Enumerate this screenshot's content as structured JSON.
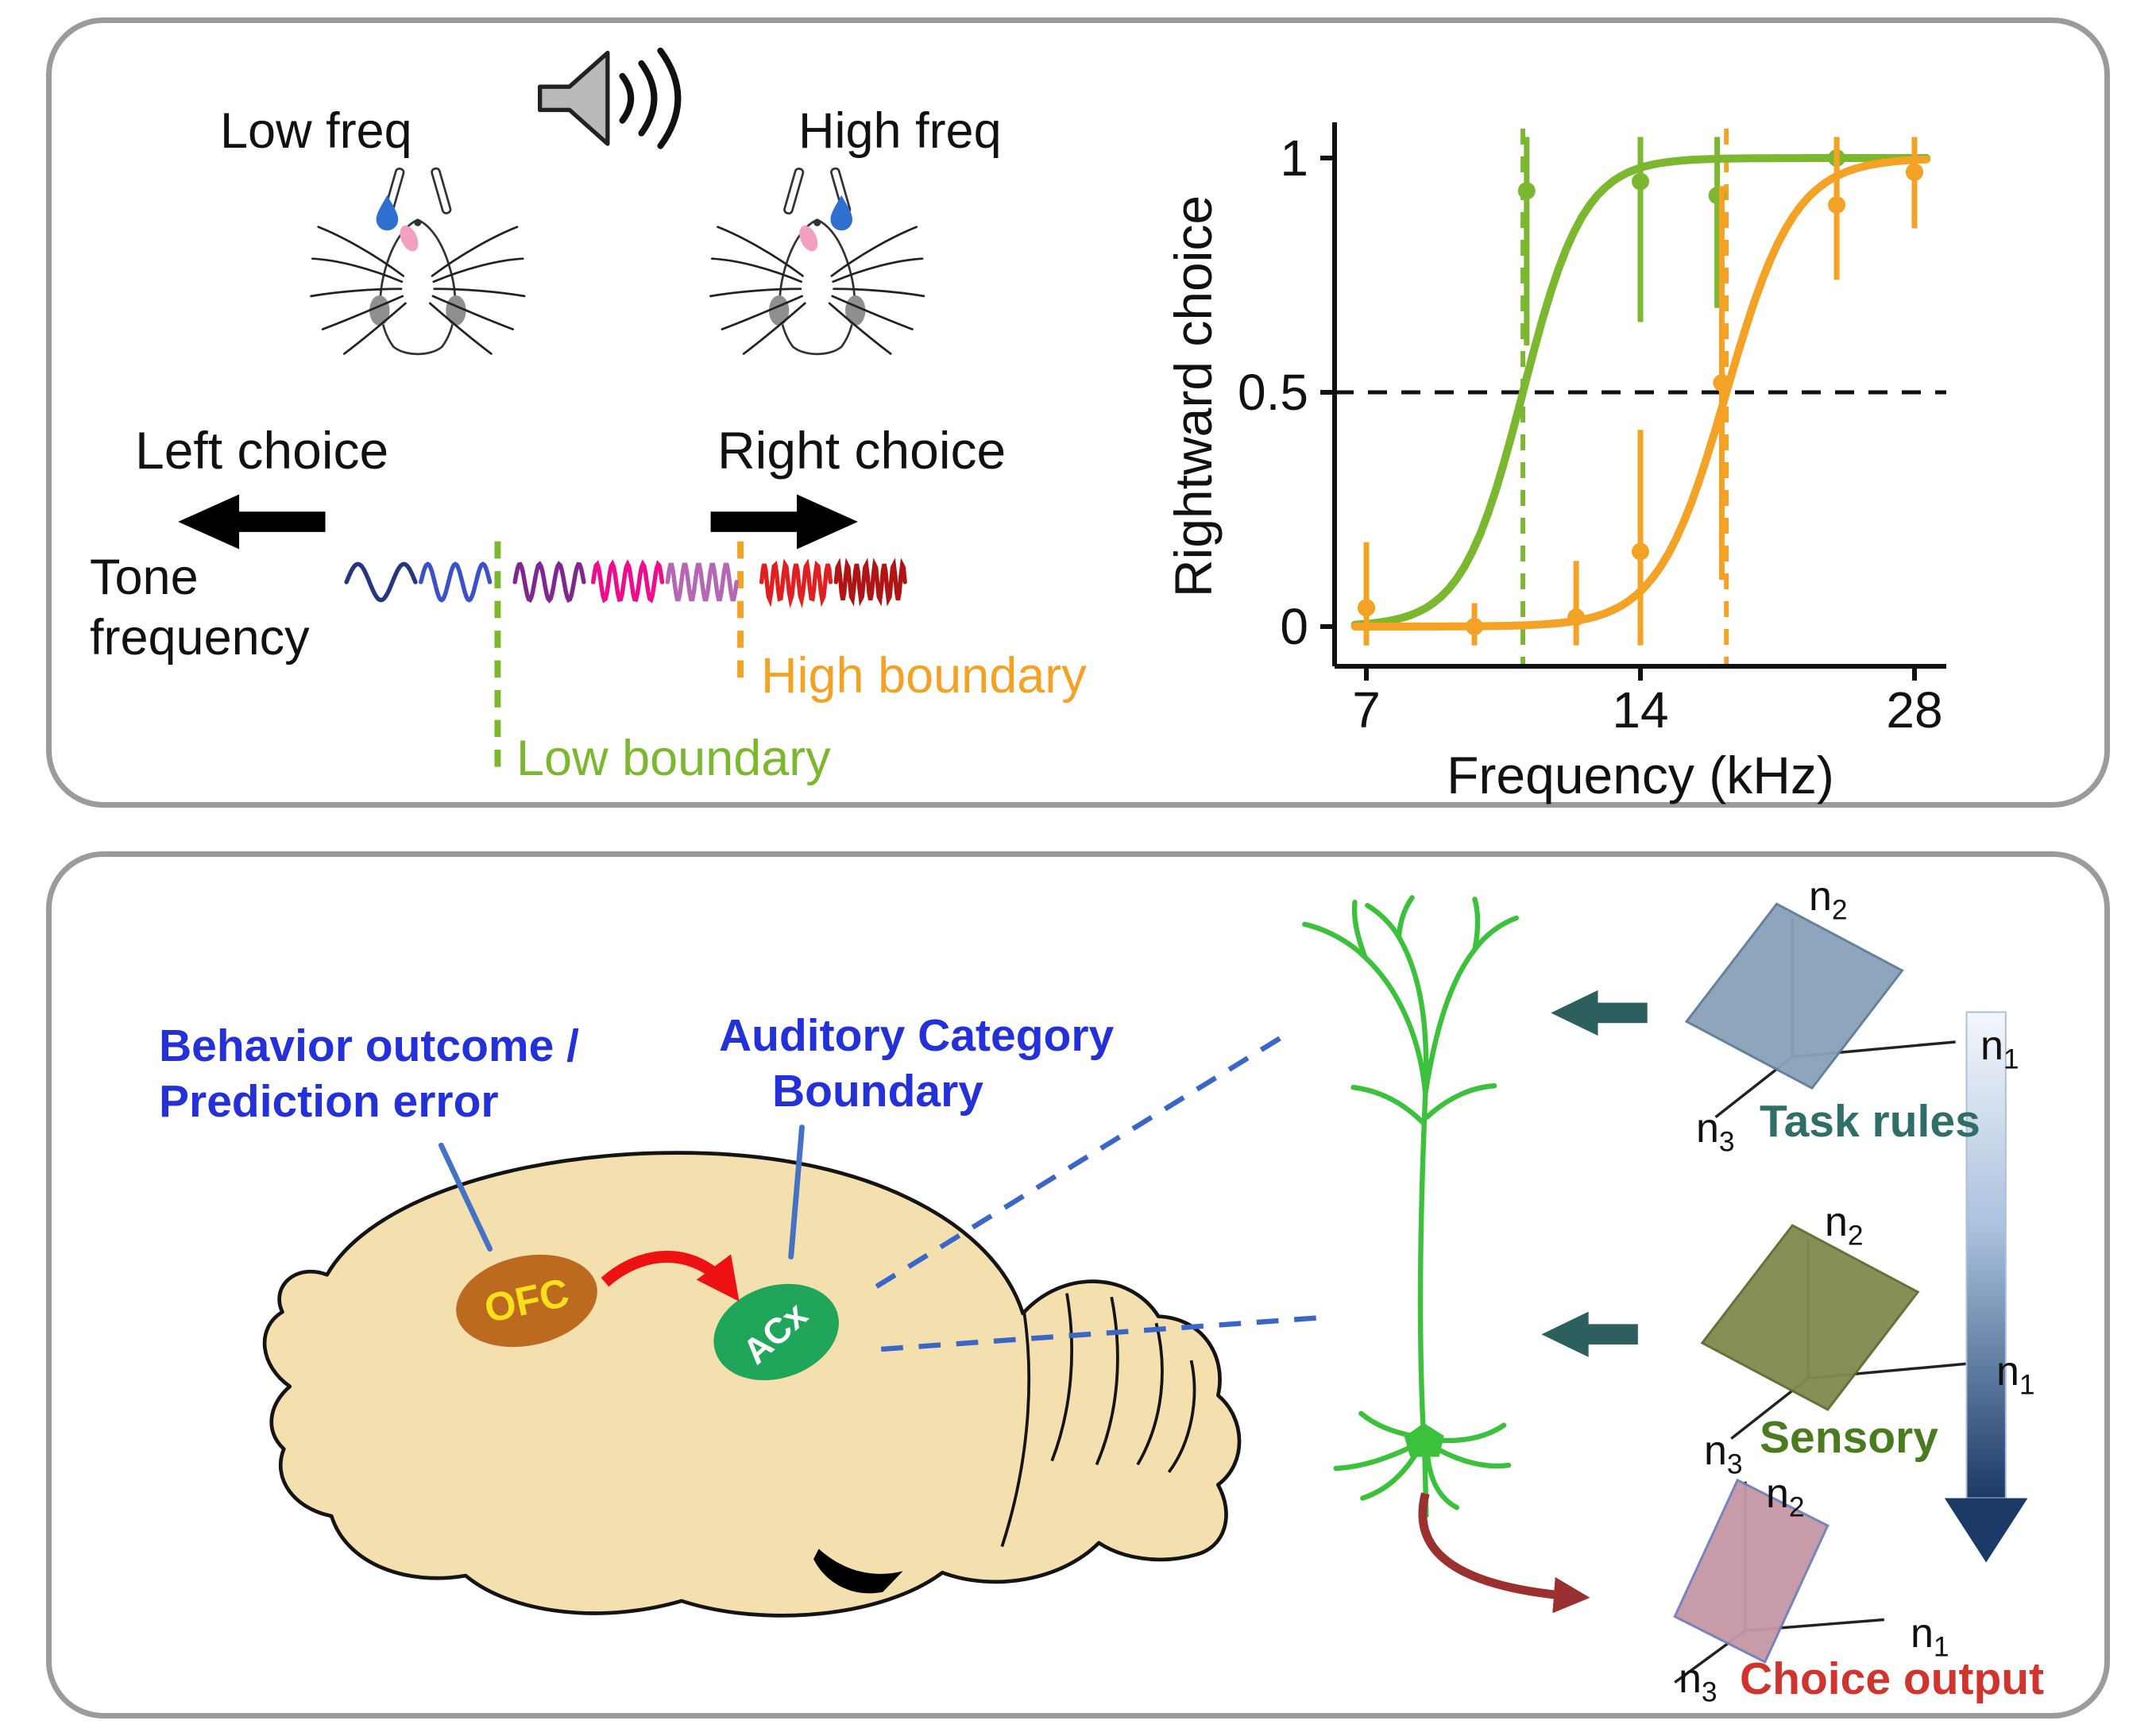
{
  "colors": {
    "green": "#7cb82f",
    "orange": "#f3a226",
    "blue_label": "#2430d8",
    "teal_label": "#2f6e69",
    "dark_green_label": "#4b7a1f",
    "red_label": "#cf352e",
    "brain_fill": "#f4dfae",
    "ofc_fill": "#bc6a1f",
    "ofc_text": "#ffdf1b",
    "acx_fill": "#1fa65b",
    "neuron_green": "#3cc13c",
    "task_plane_fill": "#8aa2b9",
    "task_plane_stroke": "#5f7d99",
    "sensory_plane_fill": "#7f8c4f",
    "sensory_plane_stroke": "#5f6c33",
    "choice_plane_fill": "#c697a5",
    "choice_plane_stroke": "#6f7fbe",
    "arrow_teal": "#2d5f5e",
    "arrow_red": "#ee1111",
    "arrow_darkred": "#9b3030",
    "dashed_blue": "#3a66c8",
    "pointer_blue": "#4472c4",
    "drop_blue": "#2f6fd0",
    "tongue_pink": "#f2a0c0"
  },
  "task_panel": {
    "low_freq": "Low freq",
    "high_freq": "High freq",
    "left_choice": "Left choice",
    "right_choice": "Right choice",
    "tone_label_line1": "Tone",
    "tone_label_line2": "frequency",
    "low_boundary": "Low boundary",
    "high_boundary": "High boundary",
    "tone_waves": [
      {
        "color": "#27357e",
        "cycles": 1.5
      },
      {
        "color": "#3c50c8",
        "cycles": 2.5
      },
      {
        "color": "#80268f",
        "cycles": 3.5
      },
      {
        "color": "#ec0c8c",
        "cycles": 4.5
      },
      {
        "color": "#b468b4",
        "cycles": 5
      },
      {
        "color": "#e02020",
        "cycles": 6.5
      },
      {
        "color": "#b01515",
        "cycles": 7.5
      }
    ]
  },
  "chart_data": {
    "type": "line",
    "xlabel": "Frequency (kHz)",
    "ylabel": "Rightward choice",
    "x_scale": "log2",
    "x_ticks": [
      7,
      14,
      28
    ],
    "y_ticks": [
      0,
      0.5,
      1
    ],
    "xlim": [
      6.6,
      29.5
    ],
    "ylim": [
      -0.07,
      1.07
    ],
    "reference": {
      "horizontal_y": 0.5
    },
    "series": [
      {
        "name": "low_boundary_condition",
        "color": "#7cb82f",
        "boundary_khz": 10.4,
        "sigmoid": {
          "midpoint_khz": 10.4,
          "slope_per_octave": 9
        },
        "points": [
          {
            "f": 7,
            "y": 0.04,
            "err": 0.1
          },
          {
            "f": 10.5,
            "y": 0.93,
            "err": 0.33
          },
          {
            "f": 14,
            "y": 0.95,
            "err": 0.3
          },
          {
            "f": 17,
            "y": 0.92,
            "err": 0.24
          },
          {
            "f": 23,
            "y": 1.0,
            "err": 0.1
          },
          {
            "f": 28,
            "y": 0.97,
            "err": 0.12
          }
        ]
      },
      {
        "name": "high_boundary_condition",
        "color": "#f3a226",
        "boundary_khz": 17.4,
        "sigmoid": {
          "midpoint_khz": 17.4,
          "slope_per_octave": 8
        },
        "points": [
          {
            "f": 7,
            "y": 0.04,
            "err": 0.14
          },
          {
            "f": 9.2,
            "y": 0.0,
            "err": 0.05
          },
          {
            "f": 11.9,
            "y": 0.02,
            "err": 0.12
          },
          {
            "f": 14,
            "y": 0.16,
            "err": 0.26
          },
          {
            "f": 17.2,
            "y": 0.52,
            "err": 0.42
          },
          {
            "f": 23,
            "y": 0.9,
            "err": 0.16
          },
          {
            "f": 28,
            "y": 0.97,
            "err": 0.12
          }
        ]
      }
    ]
  },
  "model_panel": {
    "behavior_label_line1": "Behavior outcome /",
    "behavior_label_line2": "Prediction error",
    "auditory_label_line1": "Auditory Category",
    "auditory_label_line2": "Boundary",
    "ofc": "OFC",
    "acx": "ACx",
    "task_rules": "Task rules",
    "sensory": "Sensory",
    "choice_output": "Choice output",
    "axis_labels": {
      "base": "n",
      "subs": [
        "1",
        "2",
        "3"
      ]
    }
  }
}
